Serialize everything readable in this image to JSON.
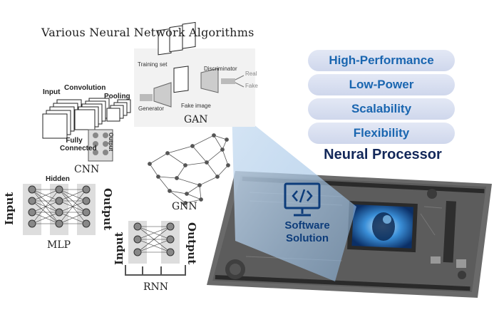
{
  "title": "Various Neural Network Algorithms",
  "features": [
    "High-Performance",
    "Low-Power",
    "Scalability",
    "Flexibility"
  ],
  "processor_label": "Neural Processor",
  "software": {
    "line1": "Software",
    "line2": "Solution"
  },
  "networks": {
    "cnn": {
      "name": "CNN",
      "input": "Input",
      "convolution": "Convolution",
      "pooling": "Pooling",
      "fully_connected": "Fully Connected",
      "output": "Output"
    },
    "gan": {
      "name": "GAN",
      "training_set": "Training set",
      "generator": "Generator",
      "fake_image": "Fake image",
      "discriminator": "Discriminator",
      "real": "Real",
      "fake": "Fake"
    },
    "gnn": {
      "name": "GNN"
    },
    "mlp": {
      "name": "MLP",
      "hidden": "Hidden",
      "input": "Input",
      "output": "Output"
    },
    "rnn": {
      "name": "RNN",
      "input": "Input",
      "output": "Output"
    }
  },
  "colors": {
    "pill_text": "#1a66b0",
    "processor_text": "#13285a",
    "software_text": "#0d3c7a",
    "board": "#5a5a5a"
  }
}
